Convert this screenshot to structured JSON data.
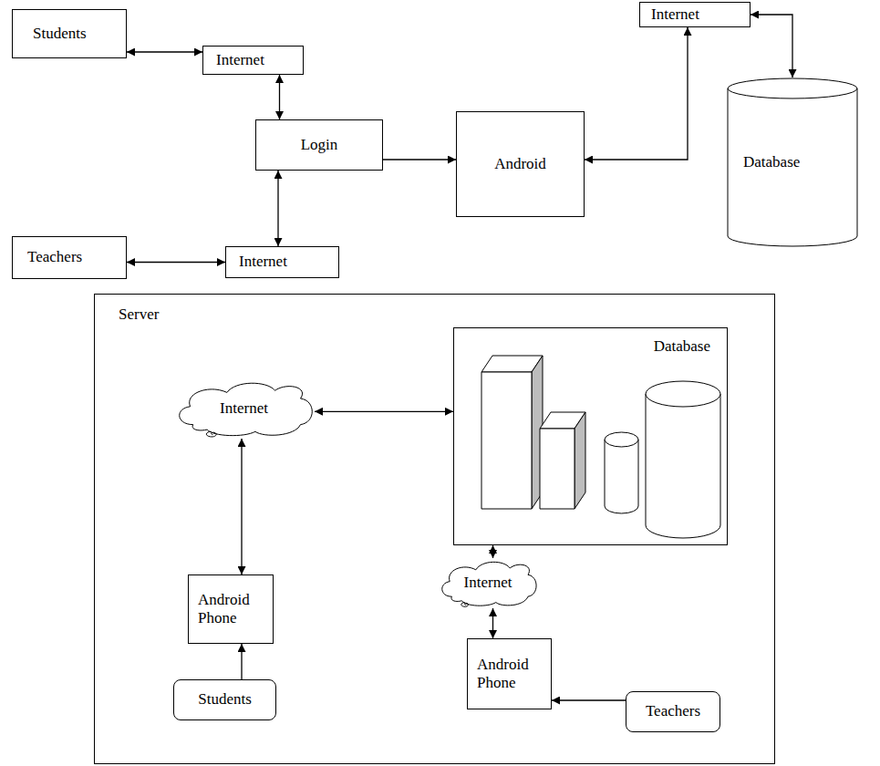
{
  "diagram": {
    "nodes": [
      {
        "text": [
          "Students"
        ]
      },
      {
        "text": [
          "Internet"
        ]
      },
      {
        "text": [
          "Login"
        ]
      },
      {
        "text": [
          "Android"
        ]
      },
      {
        "text": [
          "Internet"
        ]
      },
      {
        "text": [
          "Database"
        ]
      },
      {
        "text": [
          "Teachers"
        ]
      },
      {
        "text": [
          "Internet"
        ]
      },
      {
        "text": [
          "Server"
        ]
      },
      {
        "text": [
          "Internet"
        ],
        "in": 8
      },
      {
        "text": [
          "Database"
        ],
        "in": 8
      },
      {
        "text": [
          "Internet"
        ],
        "in": 8
      },
      {
        "text": [
          "Android Phone"
        ],
        "in": 8
      },
      {
        "text": [
          "Students"
        ],
        "in": 8
      },
      {
        "text": [
          "Android Phone"
        ],
        "in": 8
      },
      {
        "text": [
          "Teachers"
        ],
        "in": 8
      }
    ],
    "edges": [
      {
        "from": 0,
        "to": 1,
        "arrow": "both"
      },
      {
        "from": 1,
        "to": 2,
        "arrow": "both"
      },
      {
        "from": 2,
        "to": 7,
        "arrow": "both"
      },
      {
        "from": 6,
        "to": 7,
        "arrow": "both"
      },
      {
        "from": 2,
        "to": 3,
        "arrow": "to"
      },
      {
        "from": 3,
        "to": 4,
        "arrow": "both"
      },
      {
        "from": 4,
        "to": 5,
        "arrow": "both"
      },
      {
        "from": 9,
        "to": 10,
        "arrow": "both"
      },
      {
        "from": 9,
        "to": 12,
        "arrow": "both"
      },
      {
        "from": 13,
        "to": 12,
        "arrow": "to"
      },
      {
        "from": 10,
        "to": 11,
        "arrow": "both"
      },
      {
        "from": 11,
        "to": 14,
        "arrow": "both"
      },
      {
        "from": 15,
        "to": 14,
        "arrow": "to"
      }
    ]
  }
}
